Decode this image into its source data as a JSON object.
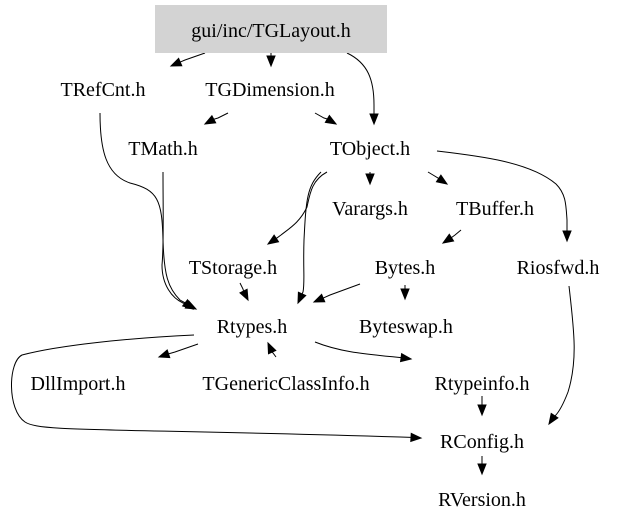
{
  "graph": {
    "title": "gui/inc/TGLayout.h include dependency graph",
    "colors": {
      "root_fill": "#d3d3d3",
      "edge": "#000000",
      "text": "#000000",
      "background": "#ffffff"
    },
    "nodes": [
      {
        "id": "TGLayout",
        "label": "gui/inc/TGLayout.h",
        "root": true
      },
      {
        "id": "TRefCnt",
        "label": "TRefCnt.h"
      },
      {
        "id": "TGDimension",
        "label": "TGDimension.h"
      },
      {
        "id": "TMath",
        "label": "TMath.h"
      },
      {
        "id": "TObject",
        "label": "TObject.h"
      },
      {
        "id": "Varargs",
        "label": "Varargs.h"
      },
      {
        "id": "TBuffer",
        "label": "TBuffer.h"
      },
      {
        "id": "TStorage",
        "label": "TStorage.h"
      },
      {
        "id": "Bytes",
        "label": "Bytes.h"
      },
      {
        "id": "Riosfwd",
        "label": "Riosfwd.h"
      },
      {
        "id": "Rtypes",
        "label": "Rtypes.h"
      },
      {
        "id": "Byteswap",
        "label": "Byteswap.h"
      },
      {
        "id": "DllImport",
        "label": "DllImport.h"
      },
      {
        "id": "TGenericClassInfo",
        "label": "TGenericClassInfo.h"
      },
      {
        "id": "Rtypeinfo",
        "label": "Rtypeinfo.h"
      },
      {
        "id": "RConfig",
        "label": "RConfig.h"
      },
      {
        "id": "RVersion",
        "label": "RVersion.h"
      }
    ],
    "edges": [
      {
        "from": "TGLayout",
        "to": "TRefCnt"
      },
      {
        "from": "TGLayout",
        "to": "TGDimension"
      },
      {
        "from": "TGLayout",
        "to": "TObject"
      },
      {
        "from": "TGDimension",
        "to": "TMath"
      },
      {
        "from": "TGDimension",
        "to": "TObject"
      },
      {
        "from": "TRefCnt",
        "to": "Rtypes"
      },
      {
        "from": "TMath",
        "to": "Rtypes"
      },
      {
        "from": "TObject",
        "to": "Varargs"
      },
      {
        "from": "TObject",
        "to": "TBuffer"
      },
      {
        "from": "TObject",
        "to": "Riosfwd"
      },
      {
        "from": "TObject",
        "to": "TStorage"
      },
      {
        "from": "TObject",
        "to": "Rtypes"
      },
      {
        "from": "TBuffer",
        "to": "Bytes"
      },
      {
        "from": "TStorage",
        "to": "Rtypes"
      },
      {
        "from": "Bytes",
        "to": "Rtypes"
      },
      {
        "from": "Bytes",
        "to": "Byteswap"
      },
      {
        "from": "Rtypes",
        "to": "DllImport"
      },
      {
        "from": "Rtypes",
        "to": "TGenericClassInfo"
      },
      {
        "from": "Rtypes",
        "to": "Rtypeinfo"
      },
      {
        "from": "Rtypes",
        "to": "RConfig"
      },
      {
        "from": "Riosfwd",
        "to": "RConfig"
      },
      {
        "from": "Rtypeinfo",
        "to": "RConfig"
      },
      {
        "from": "RConfig",
        "to": "RVersion"
      }
    ]
  }
}
